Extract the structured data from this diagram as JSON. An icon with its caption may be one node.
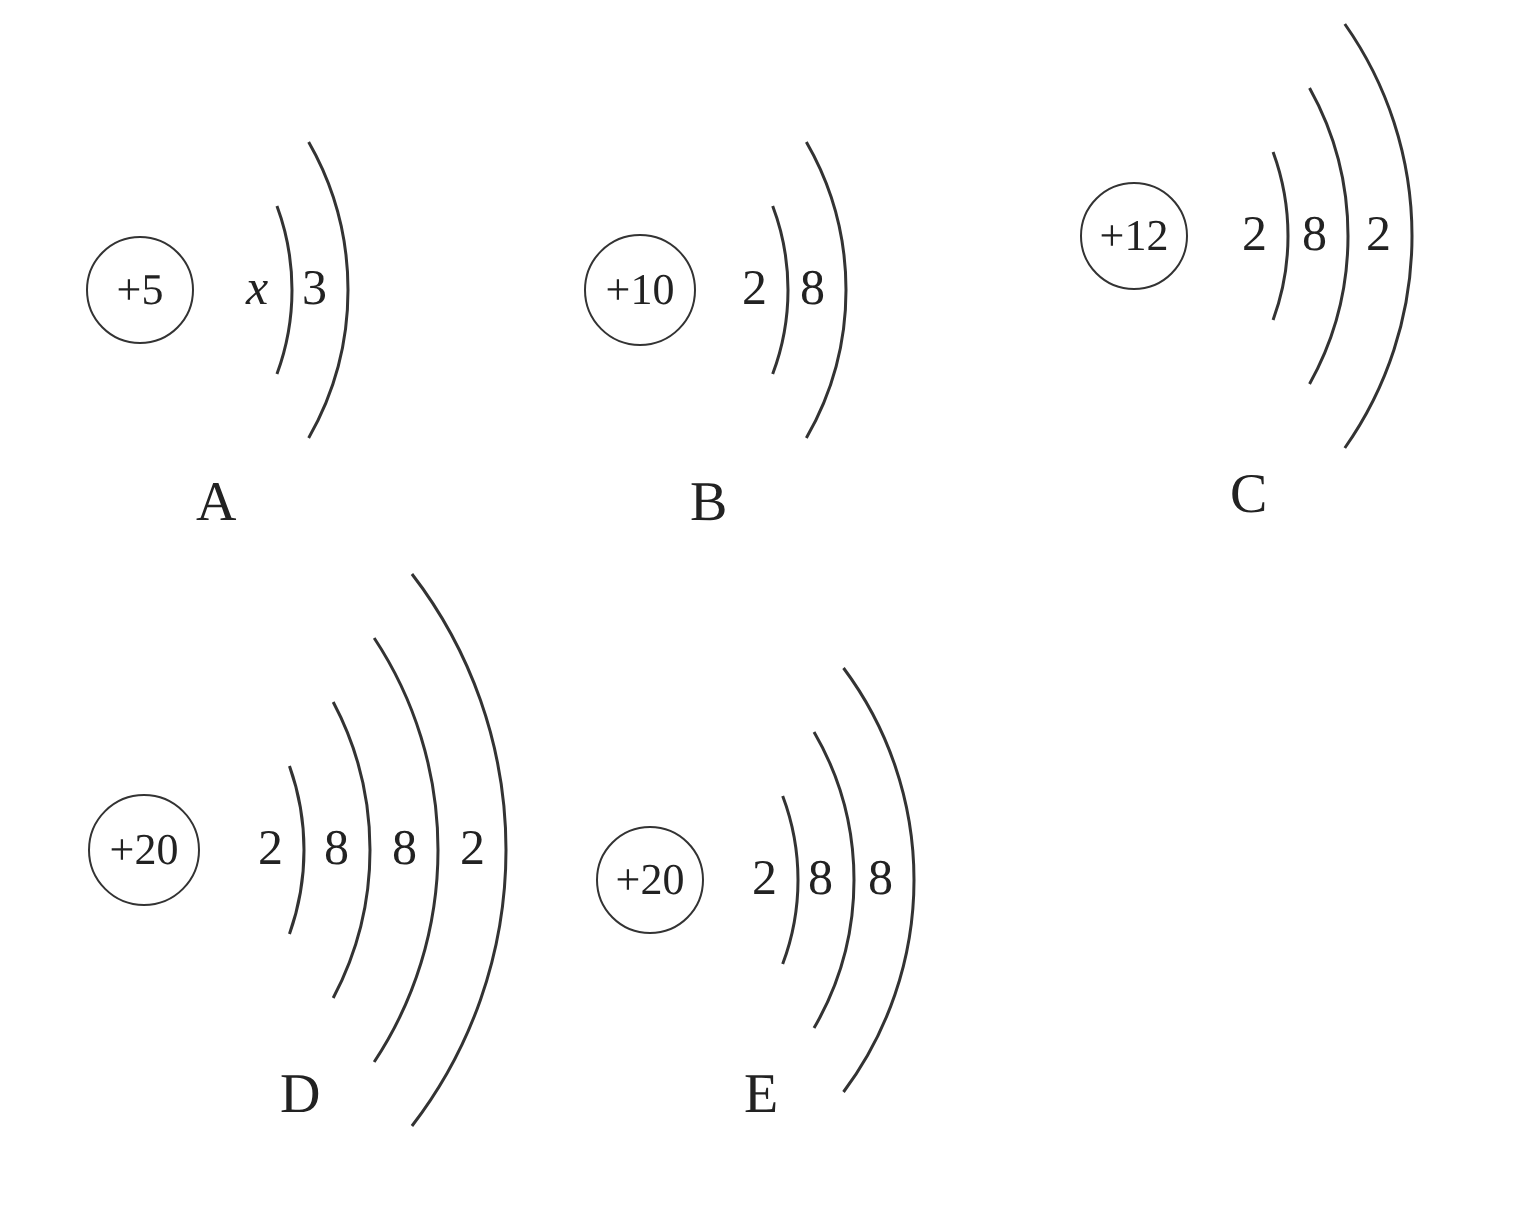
{
  "diagram": {
    "nodes": [
      {
        "text": [
          "+5"
        ],
        "beside": [
          "x",
          "3"
        ]
      },
      {
        "text": [
          "+10"
        ],
        "beside": [
          "2",
          "8"
        ]
      },
      {
        "text": [
          "+12"
        ],
        "beside": [
          "2",
          "8",
          "2"
        ]
      },
      {
        "text": [
          "+20"
        ],
        "beside": [
          "2",
          "8",
          "8",
          "2"
        ]
      },
      {
        "text": [
          "+20"
        ],
        "beside": [
          "2",
          "8",
          "8"
        ]
      }
    ],
    "labels": [
      "A",
      "B",
      "C",
      "D",
      "E"
    ]
  }
}
